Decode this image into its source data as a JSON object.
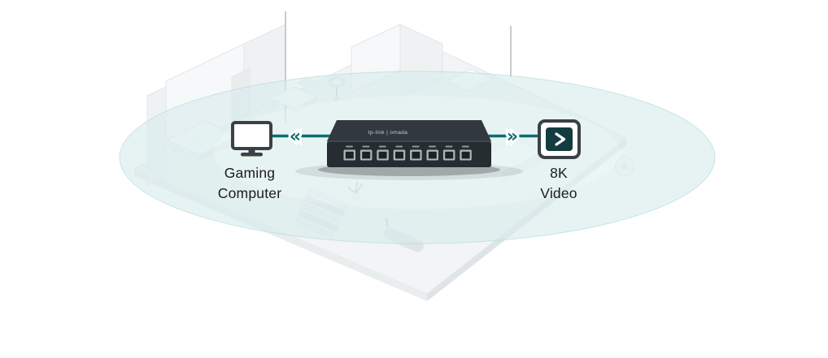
{
  "devices": {
    "left": {
      "label": "Gaming Computer",
      "lines": [
        "Gaming",
        "Computer"
      ],
      "icon": "monitor-icon"
    },
    "right": {
      "label": "8K Video",
      "lines": [
        "8K",
        "Video"
      ],
      "icon": "tv-play-icon"
    }
  },
  "switch": {
    "faceplate_text": "tp-link | omada",
    "ports": 8
  },
  "flow": {
    "left": "«",
    "right": "»"
  },
  "colors": {
    "accent": "#0c6e6f",
    "accent-deep": "#123c40",
    "coverage": "#d8ebeb",
    "coverage-edge": "#b7dcdc",
    "device": "#3a4146",
    "switch-top": "#31393f",
    "switch-front": "#262d32",
    "switch-edge": "#49535a",
    "port-frame": "#aeb6ba",
    "port-dark": "#1b2226",
    "text": "#1c1c1c",
    "room": "#f2f4f5",
    "room-mid": "#e9edee",
    "room-dark": "#dfe4e6",
    "room-line": "#e3e7e9"
  }
}
